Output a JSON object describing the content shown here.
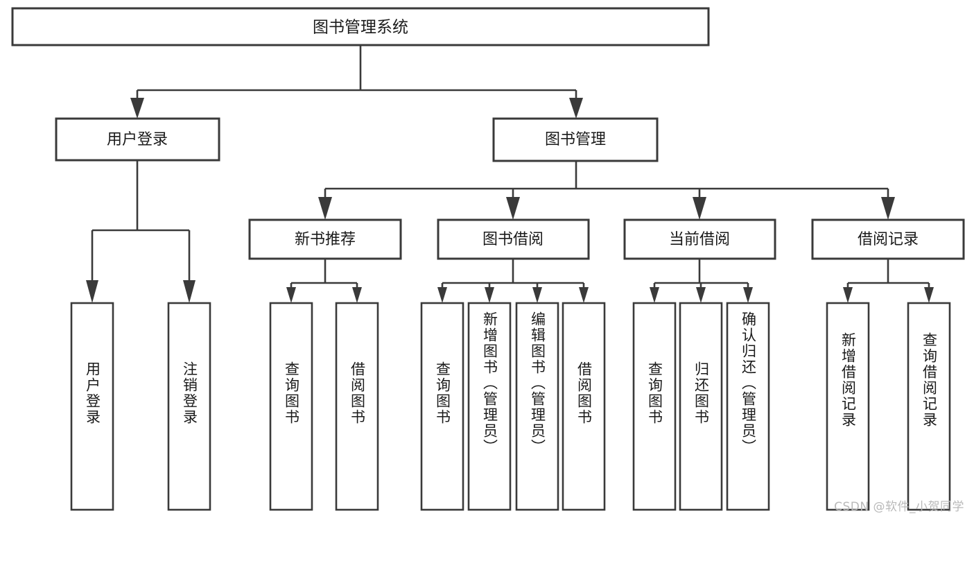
{
  "diagram": {
    "kind": "tree-hierarchy-chart",
    "title": "图书管理系统",
    "colors": {
      "box_stroke": "#3a3a3a",
      "box_fill": "#ffffff",
      "connector": "#3a3a3a",
      "text": "#1a1a1a",
      "watermark": "#b9b9b9",
      "background": "#ffffff"
    },
    "root": {
      "label": "图书管理系统"
    },
    "level2": [
      {
        "label": "用户登录"
      },
      {
        "label": "图书管理"
      }
    ],
    "level3": [
      {
        "label": "新书推荐"
      },
      {
        "label": "图书借阅"
      },
      {
        "label": "当前借阅"
      },
      {
        "label": "借阅记录"
      }
    ],
    "leaves": {
      "user_login": [
        {
          "label": "用户登录"
        },
        {
          "label": "注销登录"
        }
      ],
      "new_book_recommend": [
        {
          "label": "查询图书"
        },
        {
          "label": "借阅图书"
        }
      ],
      "book_borrow": [
        {
          "label": "查询图书"
        },
        {
          "label": "新增图书（管理员）"
        },
        {
          "label": "编辑图书（管理员）"
        },
        {
          "label": "借阅图书"
        }
      ],
      "current_borrow": [
        {
          "label": "查询图书"
        },
        {
          "label": "归还图书"
        },
        {
          "label": "确认归还（管理员）"
        }
      ],
      "borrow_record": [
        {
          "label": "新增借阅记录"
        },
        {
          "label": "查询借阅记录"
        }
      ]
    },
    "watermark": "CSDN @软件_小贺同学"
  }
}
